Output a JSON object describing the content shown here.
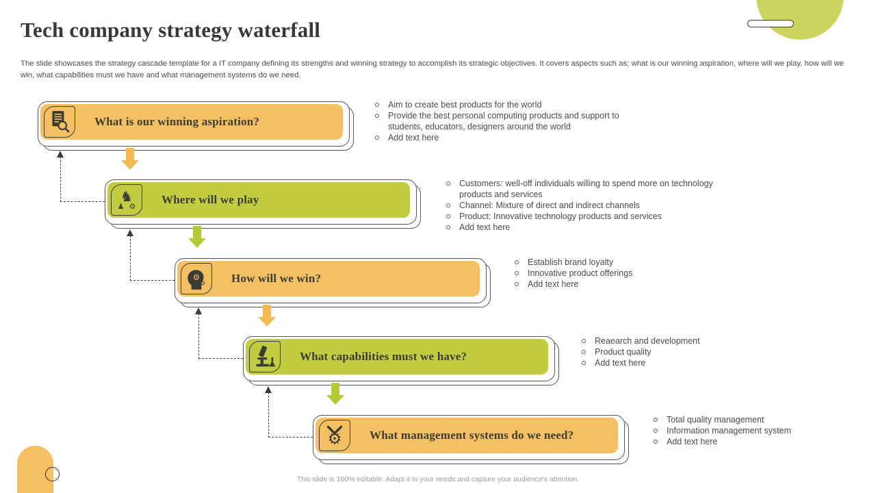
{
  "slide": {
    "title": "Tech company strategy waterfall",
    "subtitle": "The slide showcases the strategy cascade template for a IT  company defining its strengths and winning strategy to accomplish its strategic objectives. It covers aspects such as; what is our winning aspiration, where will we play, how will we win, what capabilities must we have and what management systems do we need.",
    "footer": "This slide is 100% editable.  Adapt it to your needs and capture your audience's attention."
  },
  "colors": {
    "orange_box": "#f5c063",
    "green_box": "#c2cc41",
    "orange_arrow": "#f2ba50",
    "green_arrow": "#b5c934",
    "circle_decor": "#cbd55e",
    "dark_outline": "#3b3b33"
  },
  "steps": [
    {
      "label": "What is our winning aspiration?",
      "icon": "document-search-icon",
      "color": "#f5c063",
      "bullets": [
        "Aim to create  best products  for  the world",
        "Provide  the best personal  computing  products and  support  to students, educators,  designers  around  the world",
        "Add text here"
      ]
    },
    {
      "label": "Where will we play",
      "icon": "chess-strategy-icon",
      "color": "#c2cc41",
      "bullets": [
        "Customers: well-off individuals  willing  to spend  more  on technology products  and  services",
        "Channel:  Mixture of direct  and indirect  channels",
        "Product: Innovative   technology  products  and  services",
        "Add text here"
      ]
    },
    {
      "label": "How will we win?",
      "icon": "head-gears-icon",
      "color": "#f5c063",
      "bullets": [
        "Establish brand  loyalty",
        "Innovative   product  offerings",
        "Add text here"
      ]
    },
    {
      "label": "What capabilities must we have?",
      "icon": "microscope-icon",
      "color": "#c2cc41",
      "bullets": [
        "Reaearch  and  development",
        "Product  quality",
        "Add text here"
      ]
    },
    {
      "label": "What management systems do we need?",
      "icon": "gear-wrench-icon",
      "color": "#f5c063",
      "bullets": [
        "Total  quality  management",
        "Information   management   system",
        "Add text here"
      ]
    }
  ]
}
